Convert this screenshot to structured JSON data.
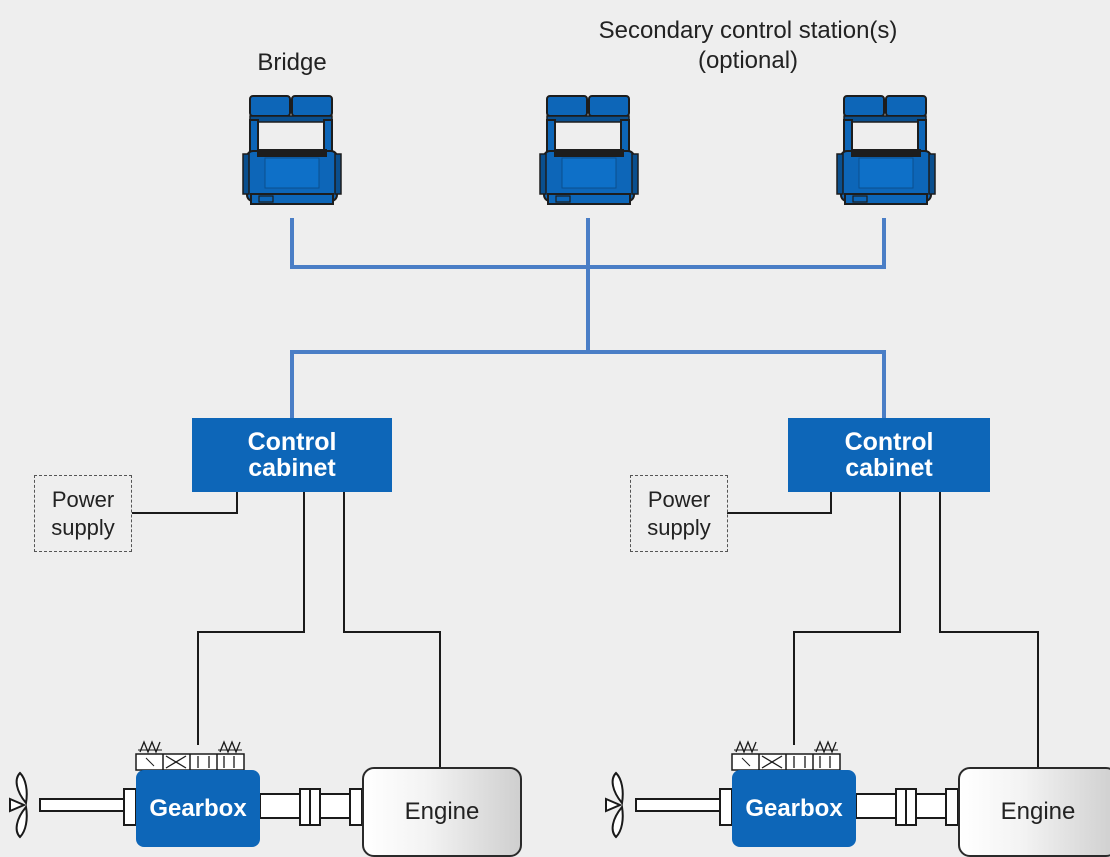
{
  "labels": {
    "bridge": "Bridge",
    "secondary": "Secondary control station(s)\n(optional)"
  },
  "units": [
    {
      "control_cabinet": "Control\ncabinet",
      "power_supply": "Power\nsupply",
      "gearbox": "Gearbox",
      "engine": "Engine"
    },
    {
      "control_cabinet": "Control\ncabinet",
      "power_supply": "Power\nsupply",
      "gearbox": "Gearbox",
      "engine": "Engine"
    }
  ],
  "colors": {
    "background": "#eeeeee",
    "network_line": "#4a7ec6",
    "box_fill": "#0d66b8",
    "wire": "#1a1a1a"
  },
  "icons": [
    "control-lever-icon",
    "hydraulic-valve-icon",
    "propeller-icon"
  ]
}
